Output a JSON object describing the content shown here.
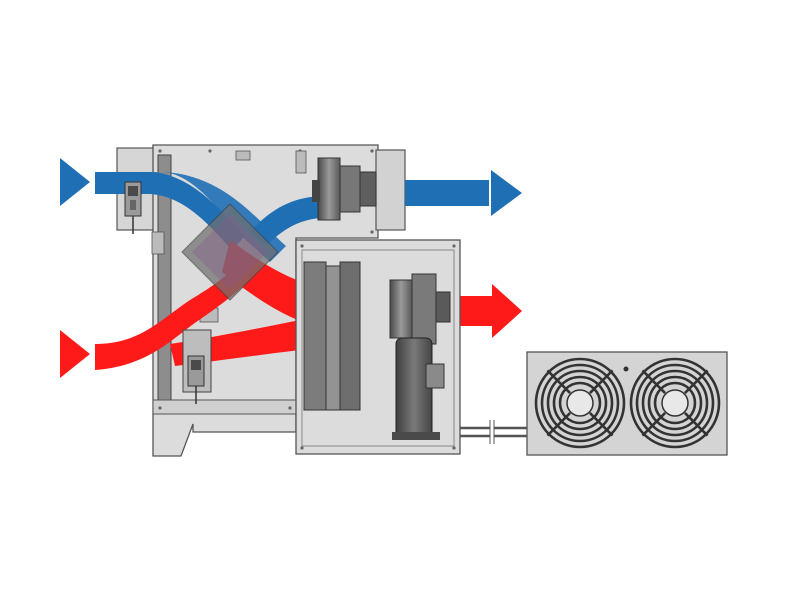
{
  "diagram": {
    "components": [
      {
        "id": "supply-air-inlet",
        "kind": "air-stream",
        "color": "#1f6fb5"
      },
      {
        "id": "supply-air-outlet",
        "kind": "air-stream",
        "color": "#1f6fb5"
      },
      {
        "id": "extract-air-inlet",
        "kind": "air-stream",
        "color": "#ff1a1a"
      },
      {
        "id": "exhaust-air-outlet",
        "kind": "air-stream",
        "color": "#ff1a1a"
      },
      {
        "id": "cross-flow-heat-exchanger",
        "kind": "heat-recovery"
      },
      {
        "id": "supply-fan",
        "kind": "fan"
      },
      {
        "id": "exhaust-fan",
        "kind": "fan"
      },
      {
        "id": "damper-actuator-upper",
        "kind": "actuator"
      },
      {
        "id": "damper-actuator-lower",
        "kind": "actuator"
      },
      {
        "id": "evaporator-coil",
        "kind": "coil"
      },
      {
        "id": "compressor",
        "kind": "compressor"
      },
      {
        "id": "condenser-unit",
        "kind": "outdoor-unit",
        "fan_count": 2
      }
    ],
    "colors": {
      "supply": "#1f6fb5",
      "exhaust": "#ff1a1a",
      "casing": "#d9d9d9",
      "casing_stroke": "#6b6b6b",
      "component_dark": "#5a5a5a",
      "component_mid": "#8a8a8a"
    }
  }
}
